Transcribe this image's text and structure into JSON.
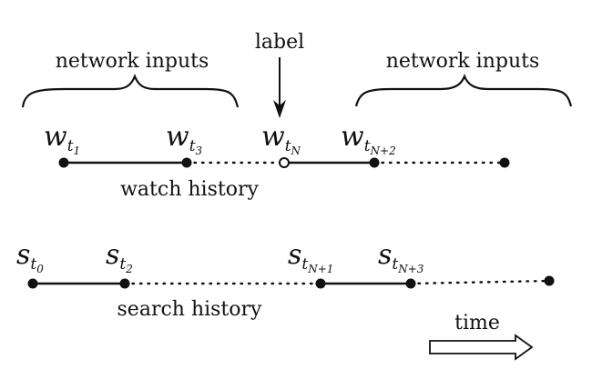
{
  "labels": {
    "network_inputs_left": "network inputs",
    "network_inputs_right": "network inputs",
    "label": "label",
    "watch_history": "watch history",
    "search_history": "search history",
    "time": "time"
  },
  "watch_nodes": [
    {
      "var": "w",
      "sub": "t",
      "subsub": "1"
    },
    {
      "var": "w",
      "sub": "t",
      "subsub": "3"
    },
    {
      "var": "w",
      "sub": "t",
      "subsub": "N"
    },
    {
      "var": "w",
      "sub": "t",
      "subsub": "N+2"
    }
  ],
  "search_nodes": [
    {
      "var": "s",
      "sub": "t",
      "subsub": "0"
    },
    {
      "var": "s",
      "sub": "t",
      "subsub": "2"
    },
    {
      "var": "s",
      "sub": "t",
      "subsub": "N+1"
    },
    {
      "var": "s",
      "sub": "t",
      "subsub": "N+3"
    }
  ],
  "colors": {
    "ink": "#111111",
    "background": "#ffffff"
  }
}
